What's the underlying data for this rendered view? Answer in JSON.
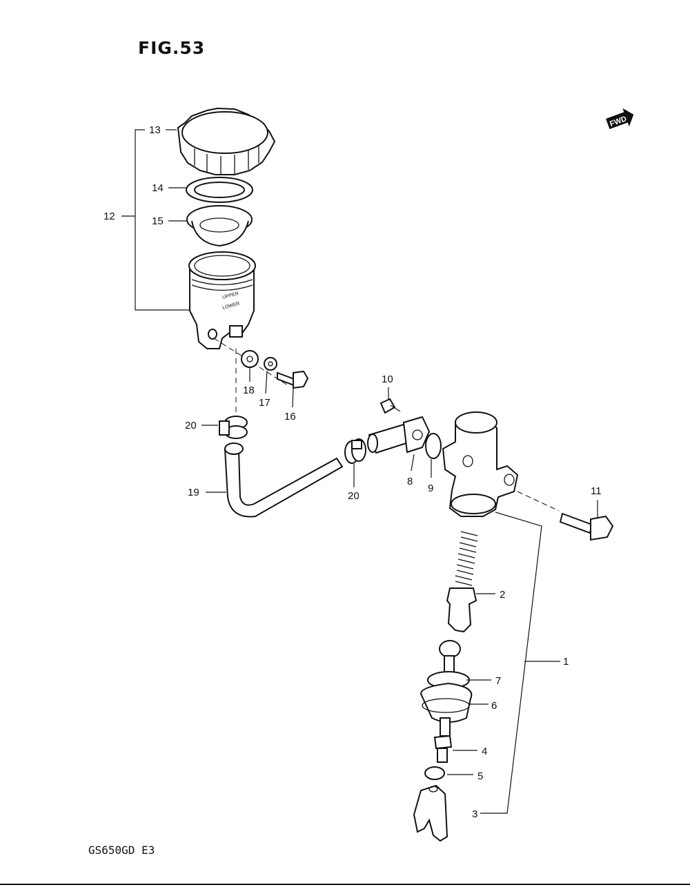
{
  "figure": {
    "title": "FIG.53",
    "model_code": "GS650GD E3",
    "direction_badge": "FWD"
  },
  "callouts": [
    {
      "id": "c1",
      "text": "1"
    },
    {
      "id": "c2",
      "text": "2"
    },
    {
      "id": "c3",
      "text": "3"
    },
    {
      "id": "c4",
      "text": "4"
    },
    {
      "id": "c5",
      "text": "5"
    },
    {
      "id": "c6",
      "text": "6"
    },
    {
      "id": "c7",
      "text": "7"
    },
    {
      "id": "c8",
      "text": "8"
    },
    {
      "id": "c9",
      "text": "9"
    },
    {
      "id": "c10",
      "text": "10"
    },
    {
      "id": "c11",
      "text": "11"
    },
    {
      "id": "c12",
      "text": "12"
    },
    {
      "id": "c13",
      "text": "13"
    },
    {
      "id": "c14",
      "text": "14"
    },
    {
      "id": "c15",
      "text": "15"
    },
    {
      "id": "c16",
      "text": "16"
    },
    {
      "id": "c17",
      "text": "17"
    },
    {
      "id": "c18",
      "text": "18"
    },
    {
      "id": "c19",
      "text": "19"
    },
    {
      "id": "c20a",
      "text": "20"
    },
    {
      "id": "c20b",
      "text": "20"
    }
  ],
  "reservoir_print": {
    "upper": "UPPER",
    "lower": "LOWER"
  }
}
